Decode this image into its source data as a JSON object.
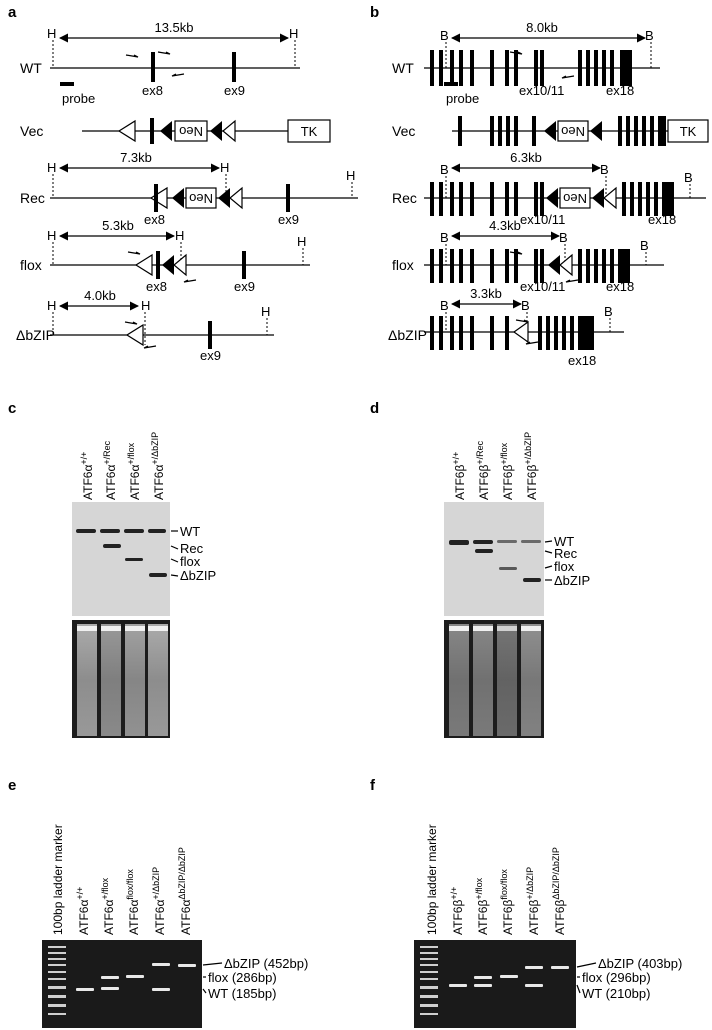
{
  "panels": {
    "a": "a",
    "b": "b",
    "c": "c",
    "d": "d",
    "e": "e",
    "f": "f"
  },
  "panel_a": {
    "rows": [
      "WT",
      "Vec",
      "Rec",
      "flox",
      "ΔbZIP"
    ],
    "sizes": [
      "13.5kb",
      "7.3kb",
      "5.3kb",
      "4.0kb"
    ],
    "site": "H",
    "probe": "probe",
    "exons": {
      "ex8": "ex8",
      "ex9": "ex9"
    },
    "neo": "Neo",
    "tk": "TK"
  },
  "panel_b": {
    "rows": [
      "WT",
      "Vec",
      "Rec",
      "flox",
      "ΔbZIP"
    ],
    "sizes": [
      "8.0kb",
      "6.3kb",
      "4.3kb",
      "3.3kb"
    ],
    "site": "B",
    "probe": "probe",
    "exons": {
      "ex10_11": "ex10/11",
      "ex18": "ex18"
    },
    "neo": "Neo",
    "tk": "TK"
  },
  "panel_c": {
    "lanes": [
      {
        "base": "ATF6α",
        "sup": "+/+"
      },
      {
        "base": "ATF6α",
        "sup": "+/Rec"
      },
      {
        "base": "ATF6α",
        "sup": "+/flox"
      },
      {
        "base": "ATF6α",
        "sup": "+/ΔbZIP"
      }
    ],
    "bands": [
      "WT",
      "Rec",
      "flox",
      "ΔbZIP"
    ]
  },
  "panel_d": {
    "lanes": [
      {
        "base": "ATF6β",
        "sup": "+/+"
      },
      {
        "base": "ATF6β",
        "sup": "+/Rec"
      },
      {
        "base": "ATF6β",
        "sup": "+/flox"
      },
      {
        "base": "ATF6β",
        "sup": "+/ΔbZIP"
      }
    ],
    "bands": [
      "WT",
      "Rec",
      "flox",
      "ΔbZIP"
    ]
  },
  "panel_e": {
    "ladder": "100bp ladder marker",
    "lanes": [
      {
        "base": "ATF6α",
        "sup": "+/+"
      },
      {
        "base": "ATF6α",
        "sup": "+/flox"
      },
      {
        "base": "ATF6α",
        "sup": "flox/flox"
      },
      {
        "base": "ATF6α",
        "sup": "+/ΔbZIP"
      },
      {
        "base": "ATF6α",
        "sup": "ΔbZIP/ΔbZIP"
      }
    ],
    "bands": [
      "ΔbZIP (452bp)",
      "flox (286bp)",
      "WT (185bp)"
    ]
  },
  "panel_f": {
    "ladder": "100bp ladder marker",
    "lanes": [
      {
        "base": "ATF6β",
        "sup": "+/+"
      },
      {
        "base": "ATF6β",
        "sup": "+/flox"
      },
      {
        "base": "ATF6β",
        "sup": "flox/flox"
      },
      {
        "base": "ATF6β",
        "sup": "+/ΔbZIP"
      },
      {
        "base": "ATF6β",
        "sup": "ΔbZIP/ΔbZIP"
      }
    ],
    "bands": [
      "ΔbZIP (403bp)",
      "flox (296bp)",
      "WT (210bp)"
    ]
  },
  "colors": {
    "ink": "#000000",
    "blot_bg": "#d8d8d8",
    "gel_bg": "#1c1c1c"
  }
}
